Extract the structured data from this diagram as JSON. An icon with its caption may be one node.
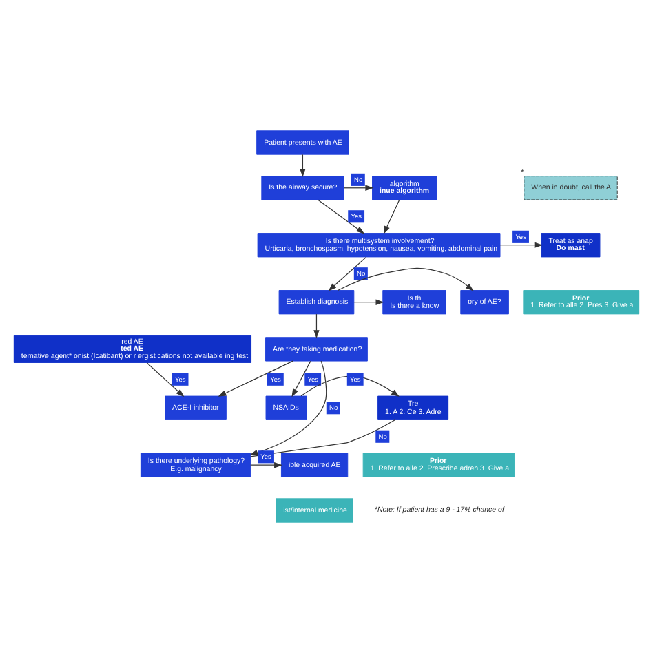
{
  "diagram": {
    "nodes": [
      {
        "text": [
          "Patient presents with AE"
        ]
      },
      {
        "text": [
          "Is the airway secure?"
        ]
      },
      {
        "text": [
          "algorithm",
          "inue algorithm"
        ]
      },
      {
        "text": [
          "Is there multisystem involvement?",
          "Urticaria, bronchospasm, hypotension, nausea, vomiting, abdominal pain"
        ]
      },
      {
        "text": [
          "Treat as anap",
          "Do mast"
        ]
      },
      {
        "text": [
          "Prior",
          "1. Refer to alle 2. Pres 3. Give a"
        ]
      },
      {
        "text": [
          "ory of AE?"
        ]
      },
      {
        "text": [
          "Establish diagnosis"
        ]
      },
      {
        "text": [
          "Is th",
          "Is there a know"
        ]
      },
      {
        "text": [
          "red AE",
          "ted AE",
          "ternative agent* onist (Icatibant) or r ergist cations not available ing test"
        ]
      },
      {
        "text": [
          "Are they taking medication?"
        ]
      },
      {
        "text": [
          "ACE-I inhibitor"
        ]
      },
      {
        "text": [
          "NSAIDs"
        ]
      },
      {
        "text": [
          "Tre",
          "1. A 2. Ce 3. Adre"
        ]
      },
      {
        "text": [
          "Prior",
          "1. Refer to alle 2. Prescribe adren 3. Give a"
        ]
      },
      {
        "text": [
          "ible acquired AE"
        ]
      },
      {
        "text": [
          "ist/internal medicine"
        ]
      },
      {
        "text": [
          "Is there underlying pathology?",
          "E.g. malignancy"
        ]
      },
      {
        "text": [
          "When in doubt, call the A"
        ],
        "beside": [
          "*"
        ]
      }
    ],
    "edges": [
      {
        "from": 0,
        "to": 1,
        "arrow": "to"
      },
      {
        "from": 1,
        "to": 2,
        "arrow": "to",
        "label": "No"
      },
      {
        "from": 2,
        "to": 3,
        "arrow": "to"
      },
      {
        "from": 1,
        "to": 3,
        "arrow": "to",
        "label": "Yes"
      },
      {
        "from": 3,
        "to": 4,
        "arrow": "to",
        "label": "Yes"
      },
      {
        "from": 3,
        "to": 7,
        "arrow": "to",
        "label": "No"
      },
      {
        "from": 7,
        "to": 6,
        "arrow": "to"
      },
      {
        "from": 7,
        "to": 8,
        "arrow": "to"
      },
      {
        "from": 7,
        "to": 10,
        "arrow": "to"
      },
      {
        "from": 10,
        "to": 11,
        "arrow": "to",
        "label": "Yes"
      },
      {
        "from": 10,
        "to": 12,
        "arrow": "to",
        "label": "Yes"
      },
      {
        "from": 9,
        "to": 11,
        "arrow": "to",
        "label": "Yes"
      },
      {
        "from": 12,
        "to": 13,
        "arrow": "to",
        "label": "Yes"
      },
      {
        "from": 17,
        "to": 13,
        "arrow": "none",
        "label": "No"
      },
      {
        "from": 10,
        "to": 17,
        "arrow": "to",
        "label": "No"
      },
      {
        "from": 17,
        "to": 15,
        "arrow": "to",
        "label": "Yes"
      }
    ],
    "labels": [
      "*Note: If patient has a 9 - 17% chance of"
    ]
  }
}
